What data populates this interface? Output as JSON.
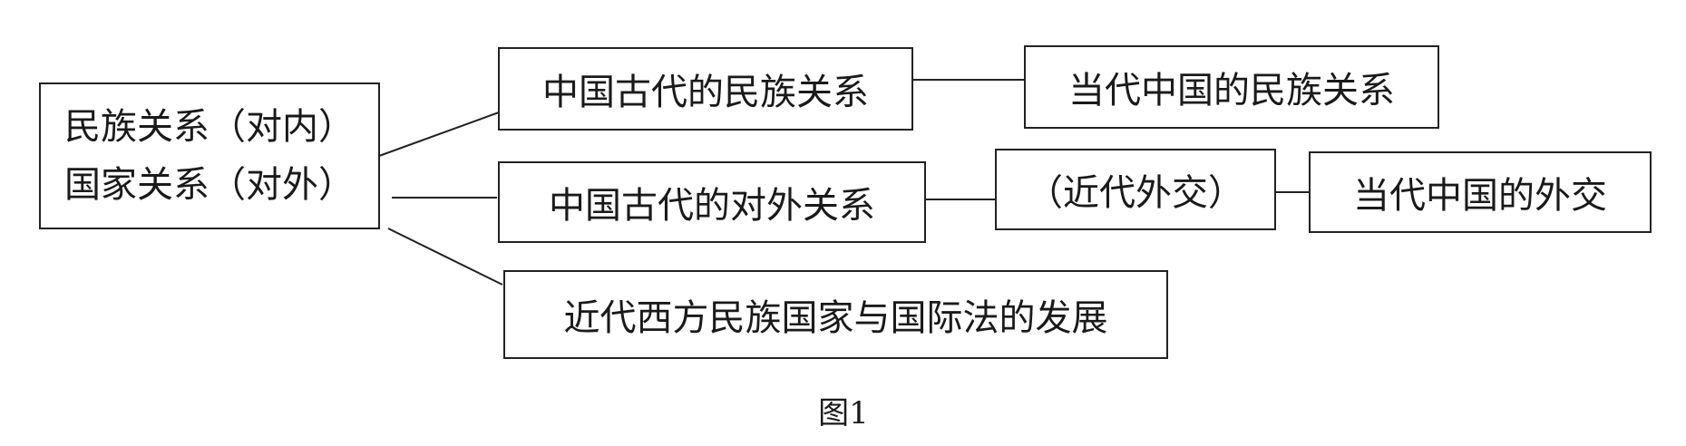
{
  "diagram": {
    "root": {
      "line1": "民族关系（对内）",
      "line2": "国家关系（对外）"
    },
    "nodes": {
      "ancient_ethnic": "中国古代的民族关系",
      "ancient_foreign": "中国古代的对外关系",
      "modern_western": "近代西方民族国家与国际法的发展",
      "contemporary_ethnic": "当代中国的民族关系",
      "modern_diplomacy": "（近代外交）",
      "contemporary_diplomacy": "当代中国的外交"
    },
    "caption": "图1"
  },
  "colors": {
    "stroke": "#222222",
    "text": "#1a1a1a",
    "background": "#ffffff"
  }
}
